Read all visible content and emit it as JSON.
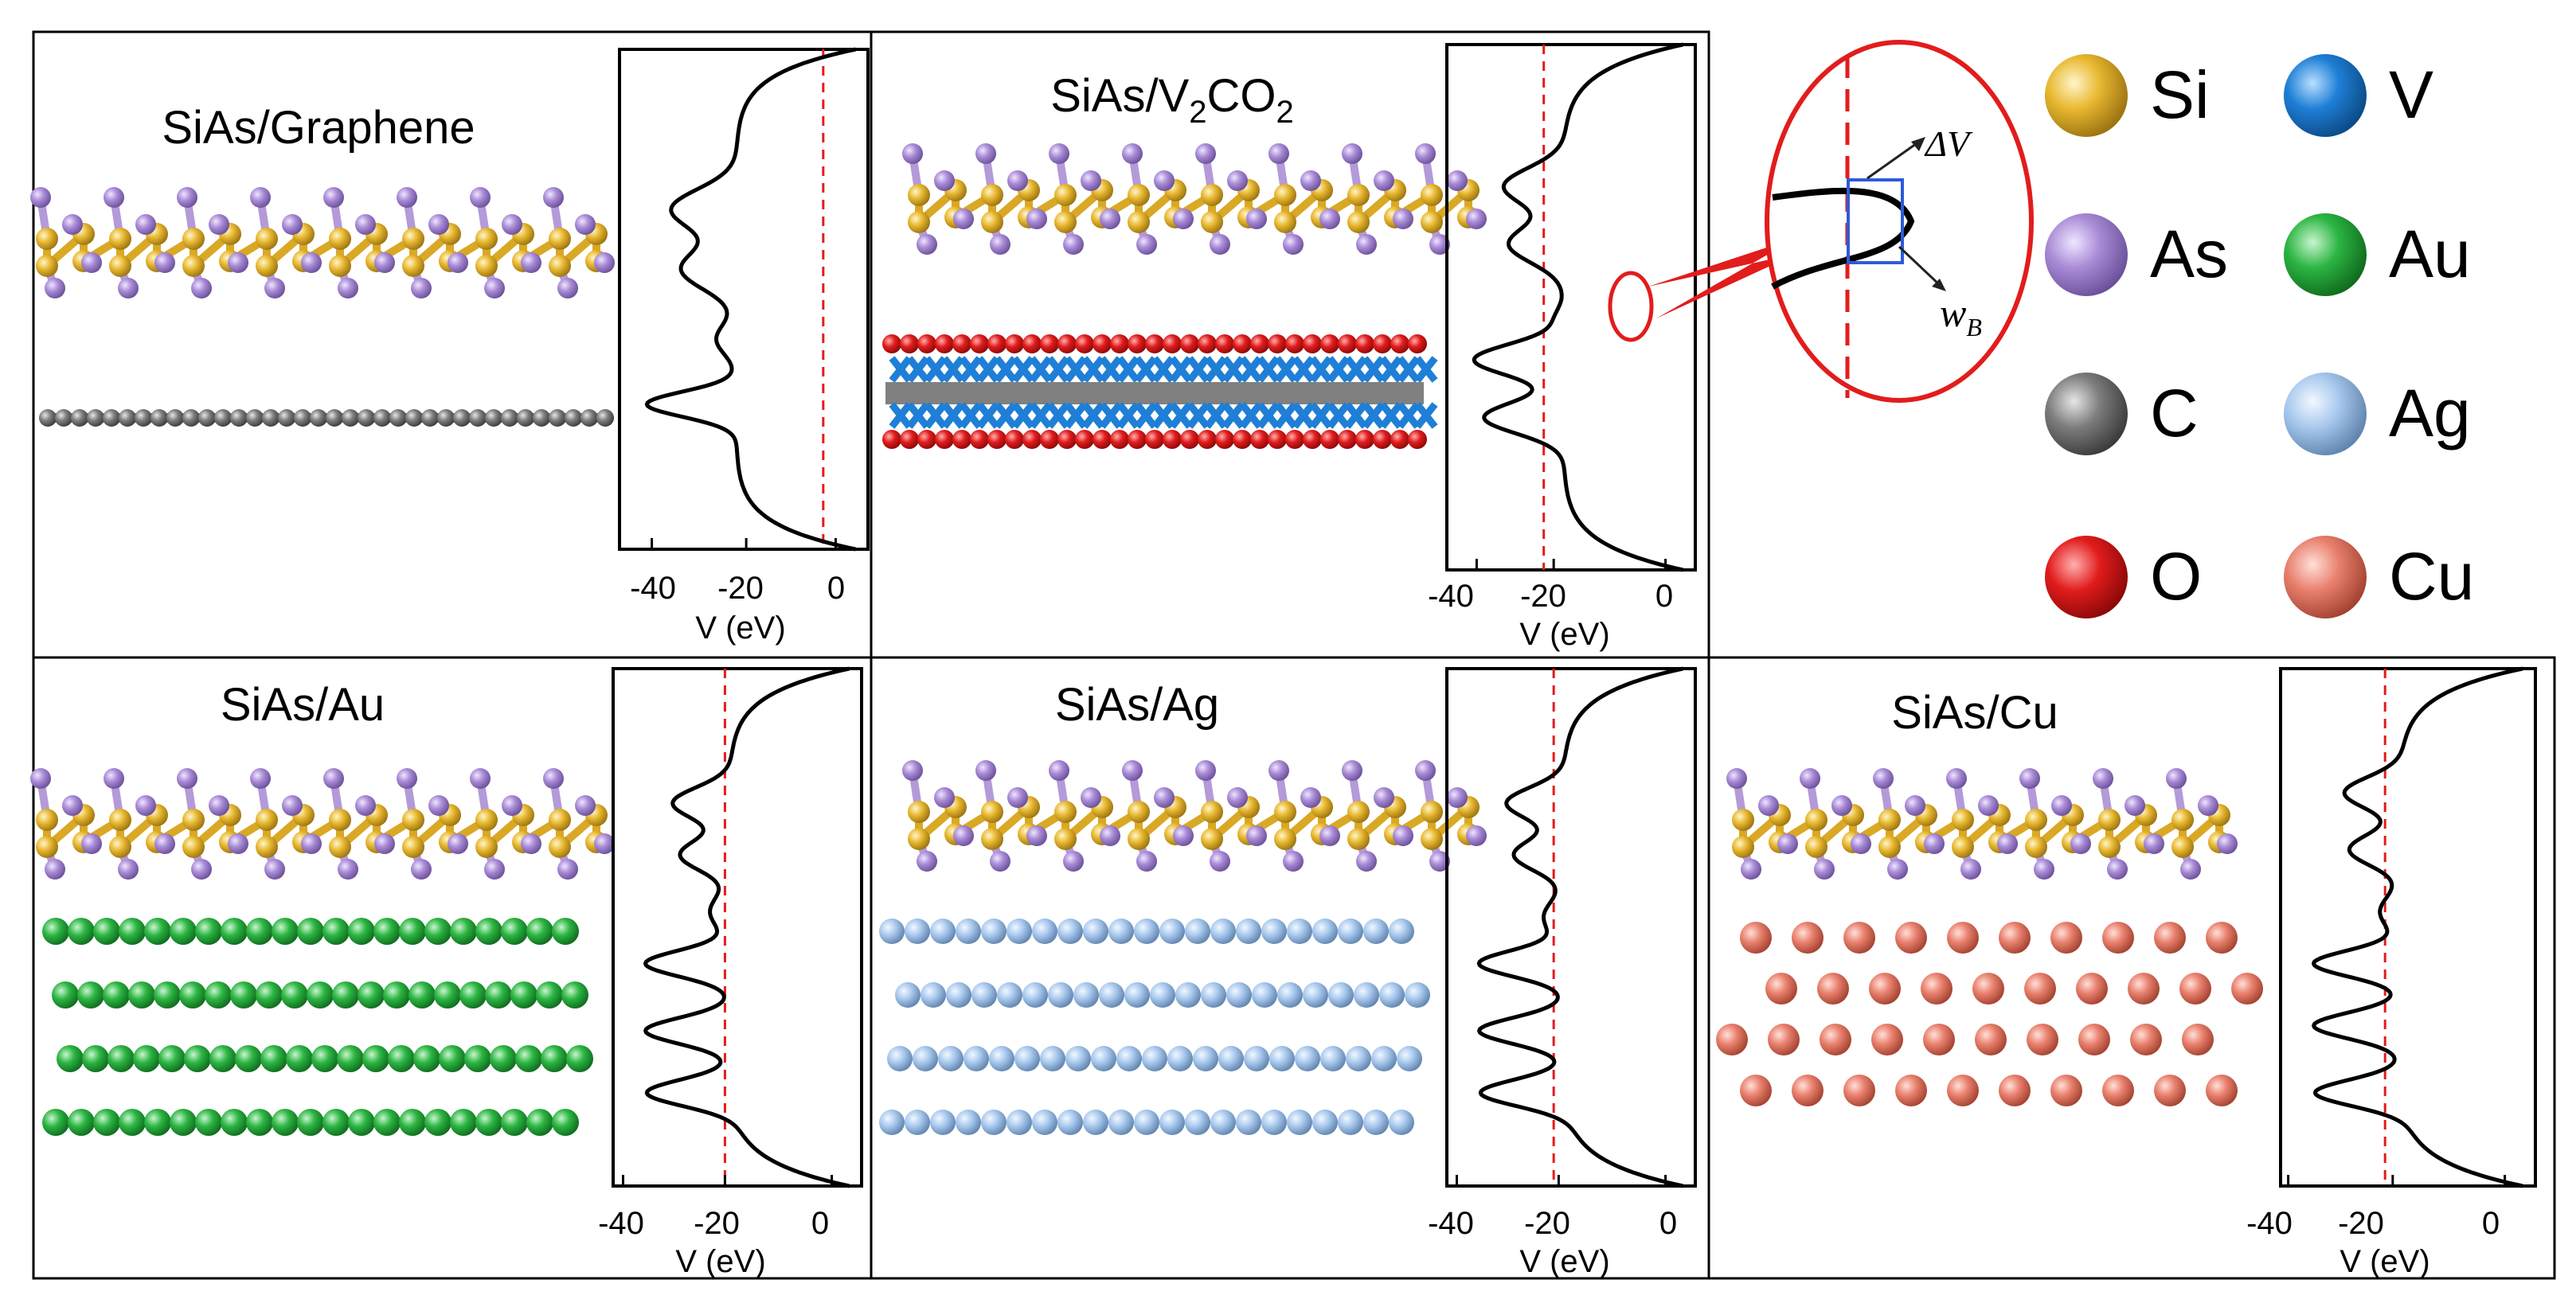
{
  "panels": [
    {
      "id": "graphene",
      "title": "SiAs/Graphene",
      "substrate": "graphene",
      "x_ticks": [
        "-40",
        "-20",
        "0"
      ],
      "x_label": "V (eV)"
    },
    {
      "id": "v2co2",
      "title_parts": [
        "SiAs/V",
        "2",
        "CO",
        "2"
      ],
      "substrate": "V2CO2",
      "x_ticks": [
        "-40",
        "-20",
        "0"
      ],
      "x_label": "V (eV)"
    },
    {
      "id": "au",
      "title": "SiAs/Au",
      "substrate": "Au",
      "x_ticks": [
        "-40",
        "-20",
        "0"
      ],
      "x_label": "V (eV)"
    },
    {
      "id": "ag",
      "title": "SiAs/Ag",
      "substrate": "Ag",
      "x_ticks": [
        "-40",
        "-20",
        "0"
      ],
      "x_label": "V (eV)"
    },
    {
      "id": "cu",
      "title": "SiAs/Cu",
      "substrate": "Cu",
      "x_ticks": [
        "-40",
        "-20",
        "0"
      ],
      "x_label": "V (eV)"
    }
  ],
  "inset": {
    "delta_label": "ΔV",
    "w_label_main": "w",
    "w_label_sub": "B"
  },
  "legend": [
    {
      "symbol": "Si",
      "color": "#e8b830"
    },
    {
      "symbol": "V",
      "color": "#1f7fd6"
    },
    {
      "symbol": "As",
      "color": "#a98bd6"
    },
    {
      "symbol": "Au",
      "color": "#2cb542"
    },
    {
      "symbol": "C",
      "color": "#7d7d7d"
    },
    {
      "symbol": "Ag",
      "color": "#a9c9ee"
    },
    {
      "symbol": "O",
      "color": "#e21c1c"
    },
    {
      "symbol": "Cu",
      "color": "#e9806e"
    }
  ]
}
